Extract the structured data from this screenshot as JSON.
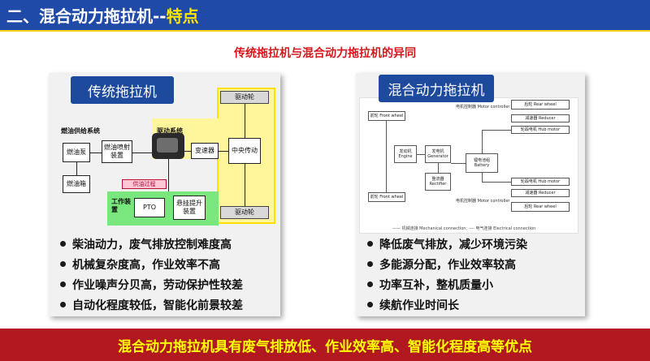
{
  "header": {
    "title_main": "二、混合动力拖拉机--",
    "title_accent": "特点"
  },
  "subtitle": "传统拖拉机与混合动力拖拉机的异同",
  "left_panel": {
    "tab": "传统拖拉机",
    "diagram": {
      "fuel_supply_label": "燃油供给系统",
      "drive_system_label": "驱动系统",
      "fuel_pump": "燃油泵",
      "injector": "燃油喷射装置",
      "fuel_tank": "燃油箱",
      "gearbox": "变速器",
      "central_drive": "中央传动",
      "drive_wheel_top": "驱动轮",
      "drive_wheel_bottom": "驱动轮",
      "supply_process": "供油过程",
      "work_device": "工作装置",
      "pto": "PTO",
      "hitch": "悬挂提升装置"
    },
    "bullets": [
      "柴油动力，废气排放控制难度高",
      "机械复杂度高，作业效率不高",
      "作业噪声分贝高，劳动保护性较差",
      "自动化程度较低，智能化前景较差"
    ]
  },
  "right_panel": {
    "tab": "混合动力拖拉机",
    "diagram": {
      "front_wheel_top": "前轮 Front wheel",
      "front_wheel_bottom": "前轮 Front wheel",
      "rear_wheel_top": "后轮 Rear wheel",
      "rear_wheel_bottom": "后轮 Rear wheel",
      "engine": "发动机 Engine",
      "generator": "发电机 Generator",
      "rectifier": "整流器 Rectifier",
      "battery": "锂电池组 Battery",
      "motor_controller_top": "电机控制器 Motor controller",
      "motor_controller_bottom": "电机控制器 Motor controller",
      "reducer_top": "减速器 Reducer",
      "reducer_bottom": "减速器 Reducer",
      "hub_motor_top": "轮毂电机 Hub motor",
      "hub_motor_bottom": "轮毂电机 Hub motor",
      "legend": "—— 机械连接 Mechanical connection; ---- 电气连接 Electrical connection"
    },
    "bullets": [
      "降低废气排放，减少环境污染",
      "多能源分配，作业效率较高",
      "功率互补，整机质量小",
      "续航作业时间长"
    ]
  },
  "footer": "混合动力拖拉机具有废气排放低、作业效率高、智能化程度高等优点"
}
